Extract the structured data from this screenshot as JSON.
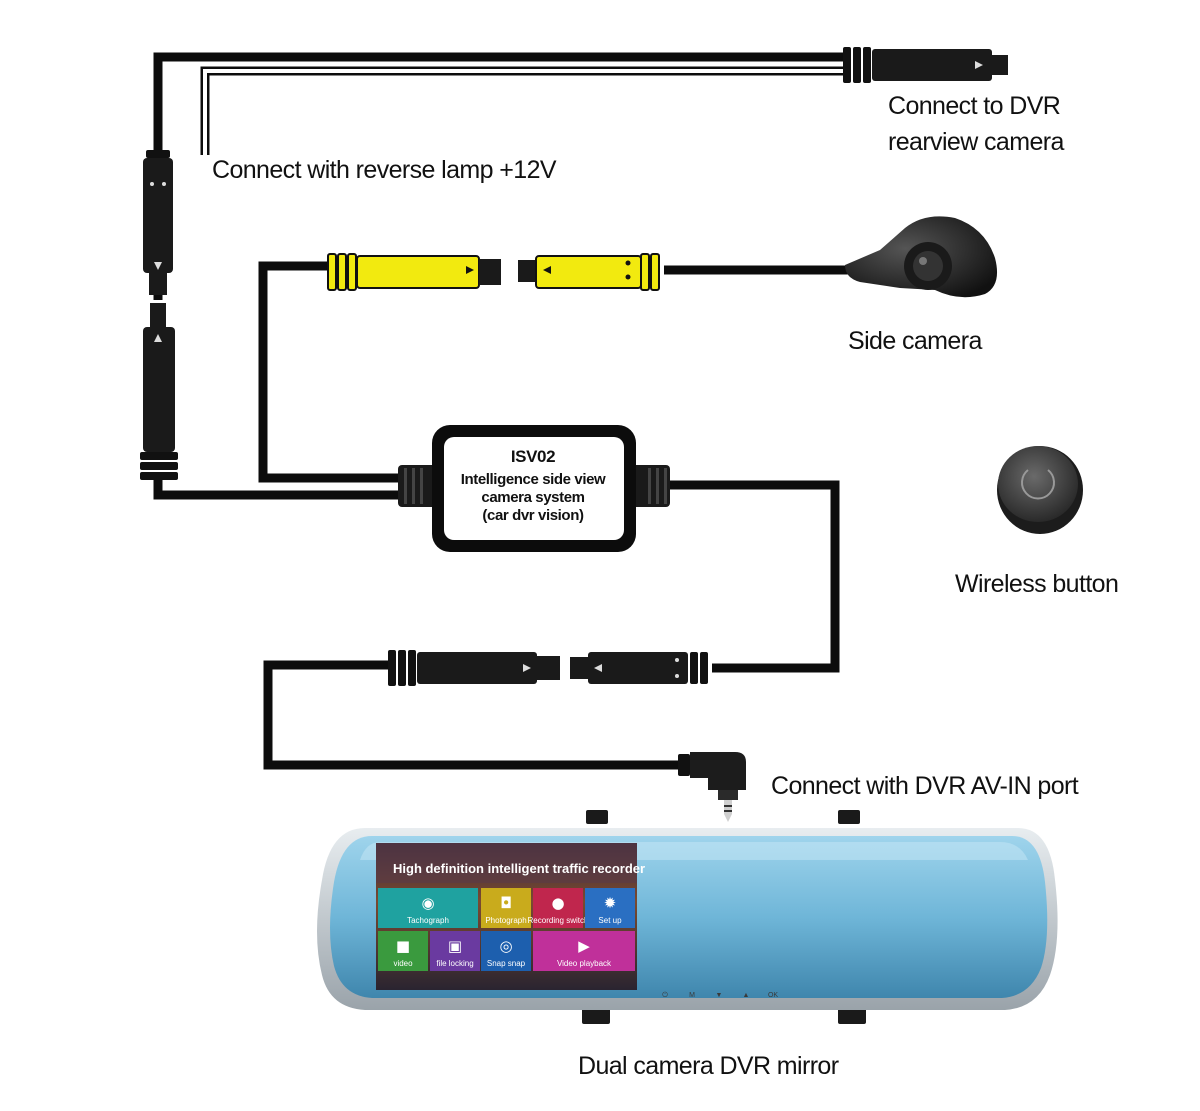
{
  "labels": {
    "dvr_rear_camera": [
      "Connect to DVR",
      "rearview camera"
    ],
    "reverse_lamp": "Connect with reverse lamp +12V",
    "side_camera": "Side camera",
    "wireless_button": "Wireless button",
    "av_in_port": "Connect with DVR AV-IN port",
    "dvr_mirror": "Dual camera DVR mirror"
  },
  "module": {
    "name": "ISV02",
    "description": [
      "Intelligence side view",
      "camera system",
      "(car dvr vision)"
    ]
  },
  "screen": {
    "title": "High definition intelligent traffic recorder",
    "tiles": [
      {
        "label": "Tachograph",
        "color": "#1fa2a0",
        "icon": "steering-wheel-icon"
      },
      {
        "label": "Photograph",
        "color": "#c9ab1c",
        "icon": "camera-icon"
      },
      {
        "label": "Recording switch",
        "color": "#c0264d",
        "icon": "microphone-icon"
      },
      {
        "label": "Set up",
        "color": "#2a6fc2",
        "icon": "gear-icon"
      },
      {
        "label": "video",
        "color": "#3a9a3e",
        "icon": "video-camera-icon"
      },
      {
        "label": "file locking",
        "color": "#6a3aa0",
        "icon": "lock-icon"
      },
      {
        "label": "Snap snap",
        "color": "#1d5fae",
        "icon": "snapshot-icon"
      },
      {
        "label": "Video playback",
        "color": "#c0309a",
        "icon": "play-icon"
      }
    ]
  },
  "mirror_buttons": [
    "⏻",
    "M",
    "▼",
    "▲",
    "OK"
  ],
  "colors": {
    "cable": "#0c0c0c",
    "connector_yellow": "#f2ea0f",
    "mirror_glass": "#6fb6d8",
    "mirror_frame": "#c7ced3"
  }
}
